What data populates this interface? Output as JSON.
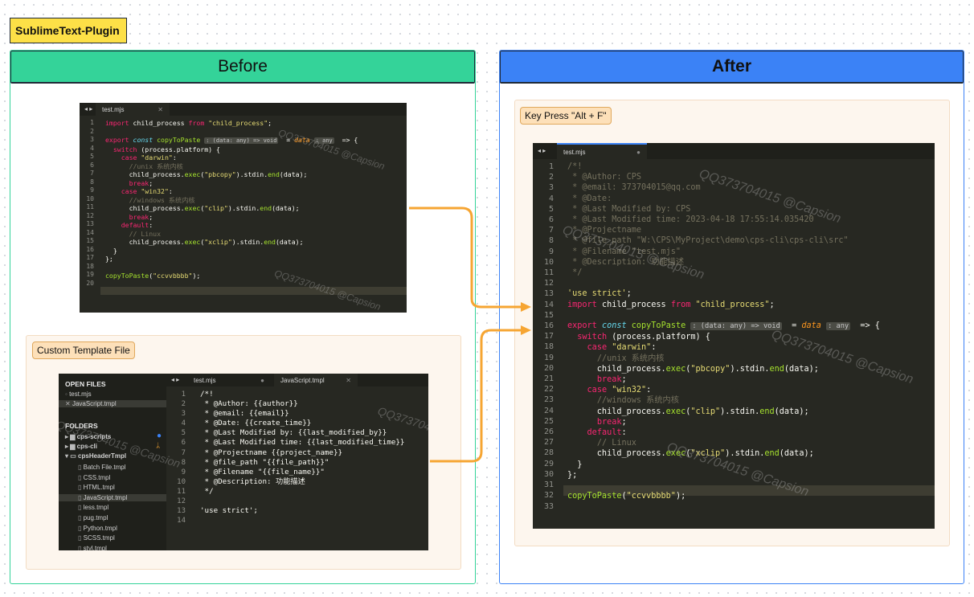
{
  "tag": "SublimeText-Plugin",
  "before": {
    "title": "Before",
    "tab": "test.mjs",
    "lines": [
      "1",
      "2",
      "3",
      "4",
      "5",
      "6",
      "7",
      "8",
      "9",
      "10",
      "11",
      "12",
      "13",
      "14",
      "15",
      "16",
      "17",
      "18",
      "19",
      "20"
    ],
    "template_box": {
      "chip": "Custom Template File",
      "tabs": [
        "test.mjs",
        "JavaScript.tmpl"
      ],
      "sidebar": {
        "open_files_heading": "OPEN FILES",
        "open_files": [
          "test.mjs",
          "JavaScript.tmpl"
        ],
        "folders_heading": "FOLDERS",
        "folders": [
          "cps-scripts",
          "cps-cli",
          "cpsHeaderTmpl"
        ],
        "templates": [
          "Batch File.tmpl",
          "CSS.tmpl",
          "HTML.tmpl",
          "JavaScript.tmpl",
          "less.tmpl",
          "pug.tmpl",
          "Python.tmpl",
          "SCSS.tmpl",
          "styl.tmpl"
        ]
      },
      "lines": [
        "1",
        "2",
        "3",
        "4",
        "5",
        "6",
        "7",
        "8",
        "9",
        "10",
        "11",
        "12",
        "13",
        "14"
      ]
    }
  },
  "after": {
    "title": "After",
    "chip": "Key Press \"Alt + F\"",
    "tab": "test.mjs",
    "lines": [
      "1",
      "2",
      "3",
      "4",
      "5",
      "6",
      "7",
      "8",
      "9",
      "10",
      "11",
      "12",
      "13",
      "14",
      "15",
      "16",
      "17",
      "18",
      "19",
      "20",
      "21",
      "22",
      "23",
      "24",
      "25",
      "26",
      "27",
      "28",
      "29",
      "30",
      "31",
      "32",
      "33"
    ]
  },
  "watermark": "QQ373704015 @Capsion",
  "colors": {
    "before_header": "#34d399",
    "after_header": "#3b82f6",
    "arrow": "#f6a532",
    "tag": "#fde047"
  }
}
